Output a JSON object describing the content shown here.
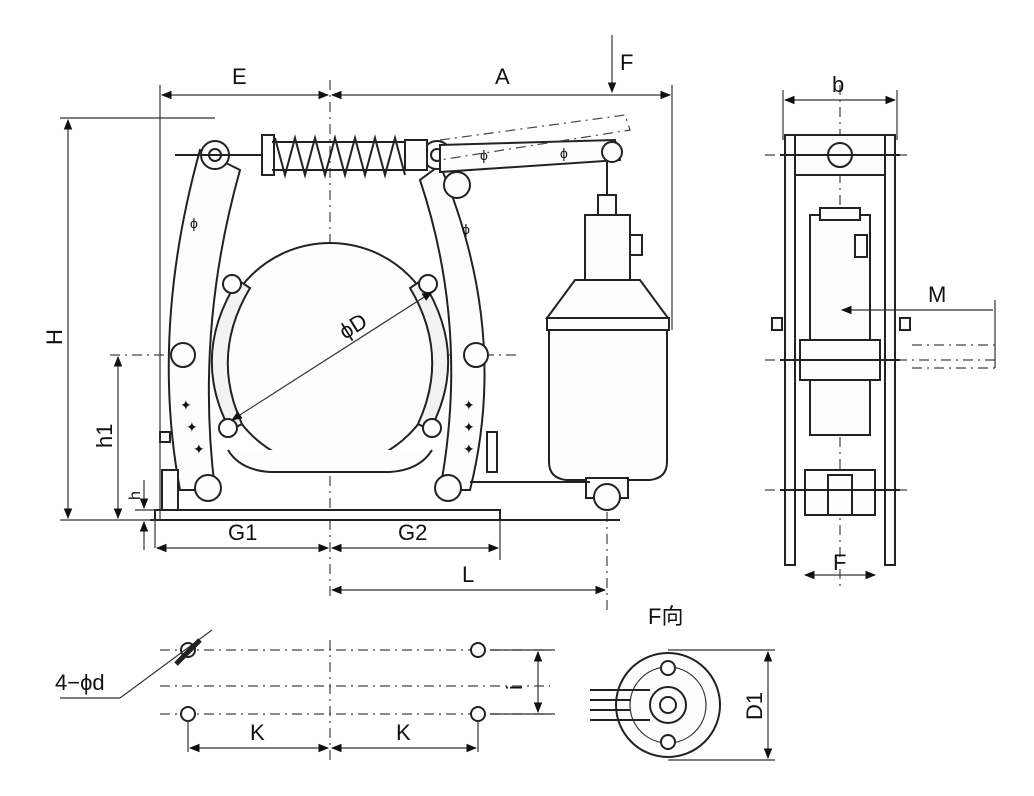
{
  "diagram": {
    "dimension_labels": {
      "E": "E",
      "A": "A",
      "F_top": "F",
      "H": "H",
      "h1": "h1",
      "h": "h",
      "D": "ϕD",
      "G1": "G1",
      "G2": "G2",
      "L": "L",
      "b": "b",
      "M": "M",
      "F_side": "F",
      "holes": "4−ϕd",
      "i": "i",
      "K_left": "K",
      "K_right": "K",
      "D1": "D1",
      "F_view": "F向"
    },
    "colors": {
      "line": "#222222",
      "background": "#ffffff"
    }
  }
}
